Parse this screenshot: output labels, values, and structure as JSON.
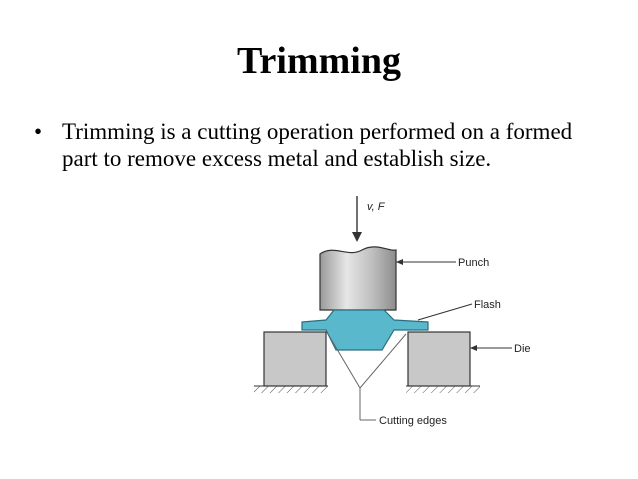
{
  "slide": {
    "title": "Trimming",
    "bullets": [
      "Trimming is a cutting operation performed on a formed part to remove excess metal and establish size."
    ]
  },
  "diagram": {
    "force_label": "v, F",
    "labels": {
      "punch": "Punch",
      "flash": "Flash",
      "die": "Die",
      "cutting_edges": "Cutting edges"
    },
    "colors": {
      "punch_fill": "#bfbfbf",
      "die_fill": "#c8c8c8",
      "workpiece_fill": "#5ab8cc",
      "outline": "#333333"
    }
  }
}
